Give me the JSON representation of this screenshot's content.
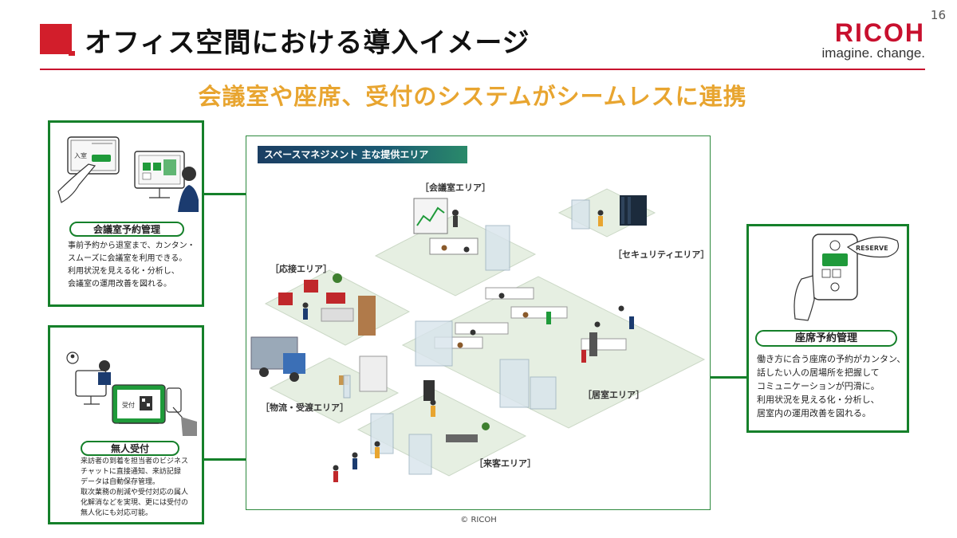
{
  "page_number": "16",
  "title": "オフィス空間における導入イメージ",
  "logo": {
    "word": "RICOH",
    "tagline": "imagine. change."
  },
  "subtitle": "会議室や座席、受付のシステムがシームレスに連携",
  "diagram": {
    "banner": "スペースマネジメント 主な提供エリア",
    "areas": {
      "meeting": "［会議室エリア］",
      "reception_lounge": "［応接エリア］",
      "security": "［セキュリティエリア］",
      "logistics": "［物流・受渡エリア］",
      "office": "［居室エリア］",
      "visitor": "［来客エリア］"
    },
    "illustration_text": {
      "panel_word": "入室",
      "tablet_word": "受付",
      "reserve_word": "RESERVE"
    }
  },
  "cards": {
    "meeting_reservation": {
      "title": "会議室予約管理",
      "lines": [
        "事前予約から退室まで、カンタン・",
        "スムーズに会議室を利用できる。",
        "利用状況を見える化・分析し、",
        "会議室の運用改善を図れる。"
      ]
    },
    "unmanned_reception": {
      "title": "無人受付",
      "lines": [
        "来訪者の到着を担当者のビジネス",
        "チャットに直接通知、来訪記録",
        "データは自動保存管理。",
        "取次業務の削減や受付対応の属人",
        "化解消などを実現、更には受付の",
        "無人化にも対応可能。"
      ]
    },
    "seat_reservation": {
      "title": "座席予約管理",
      "lines": [
        "働き方に合う座席の予約がカンタン、",
        "話したい人の居場所を把握して",
        "コミュニケーションが円滑に。",
        "利用状況を見える化・分析し、",
        "居室内の運用改善を図れる。"
      ]
    }
  },
  "copyright": "© RICOH",
  "colors": {
    "brand_red": "#c8102e",
    "accent_green": "#15802a",
    "subtitle_orange": "#e8a530",
    "floor_green": "#e6efe2"
  }
}
